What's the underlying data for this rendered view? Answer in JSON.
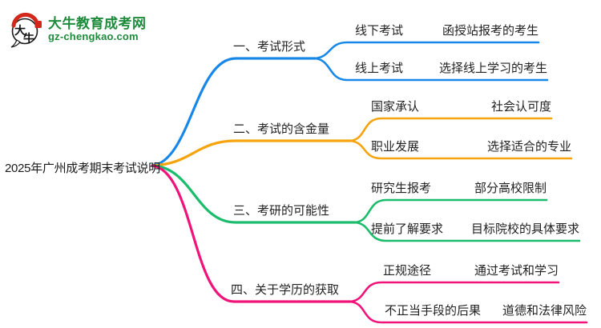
{
  "site": {
    "logo_icon": "dainiu-speech-bubble-icon",
    "logo_icon_char_1": "大",
    "logo_icon_char_2": "牛",
    "logo_title": "大牛教育成考网",
    "logo_domain": "gz-chengkao.com",
    "brand_green": "#1E8B3C",
    "logo_red": "#D2281C"
  },
  "central_topic": "2025年广州成考期末考试说明",
  "text_color": "#222222",
  "branches": [
    {
      "label": "一、考试形式",
      "color": "#1888E8",
      "items": [
        {
          "left": "线下考试",
          "right": "函授站报考的考生"
        },
        {
          "left": "线上考试",
          "right": "选择线上学习的考生"
        }
      ]
    },
    {
      "label": "二、考试的含金量",
      "color": "#F5A40E",
      "items": [
        {
          "left": "国家承认",
          "right": "社会认可度"
        },
        {
          "left": "职业发展",
          "right": "选择适合的专业"
        }
      ]
    },
    {
      "label": "三、考研的可能性",
      "color": "#1BBC6C",
      "items": [
        {
          "left": "研究生报考",
          "right": "部分高校限制"
        },
        {
          "left": "提前了解要求",
          "right": "目标院校的具体要求"
        }
      ]
    },
    {
      "label": "四、关于学历的获取",
      "color": "#F01379",
      "items": [
        {
          "left": "正规途径",
          "right": "通过考试和学习"
        },
        {
          "left": "不正当手段的后果",
          "right": "道德和法律风险"
        }
      ]
    }
  ]
}
